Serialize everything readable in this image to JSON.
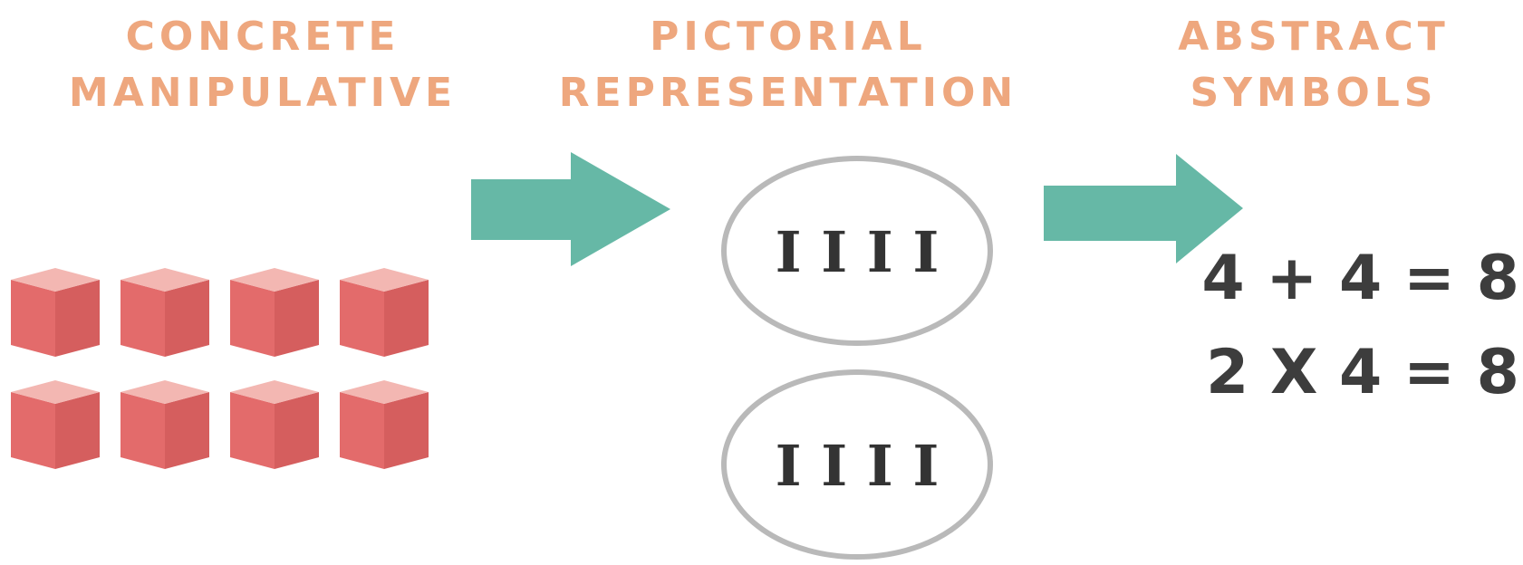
{
  "headings": {
    "concrete": {
      "line1": "CONCRETE",
      "line2": "MANIPULATIVE"
    },
    "pictorial": {
      "line1": "PICTORIAL",
      "line2": "REPRESENTATION"
    },
    "abstract": {
      "line1": "ABSTRACT",
      "line2": "SYMBOLS"
    }
  },
  "concrete": {
    "cube_count": 8,
    "cube_rows": 2,
    "cube_columns": 4
  },
  "pictorial": {
    "group1_tally": "I I I I",
    "group2_tally": "I I I I"
  },
  "abstract": {
    "equation1": "4 + 4 = 8",
    "equation2": "2 X 4 = 8"
  },
  "colors": {
    "heading": "#eea77e",
    "arrow": "#66b8a6",
    "cube_top": "#f3b7b2",
    "cube_left": "#e36b6b",
    "cube_right": "#d55e5e",
    "oval_stroke": "#b9b9b9",
    "text_dark": "#3d3d3d"
  }
}
